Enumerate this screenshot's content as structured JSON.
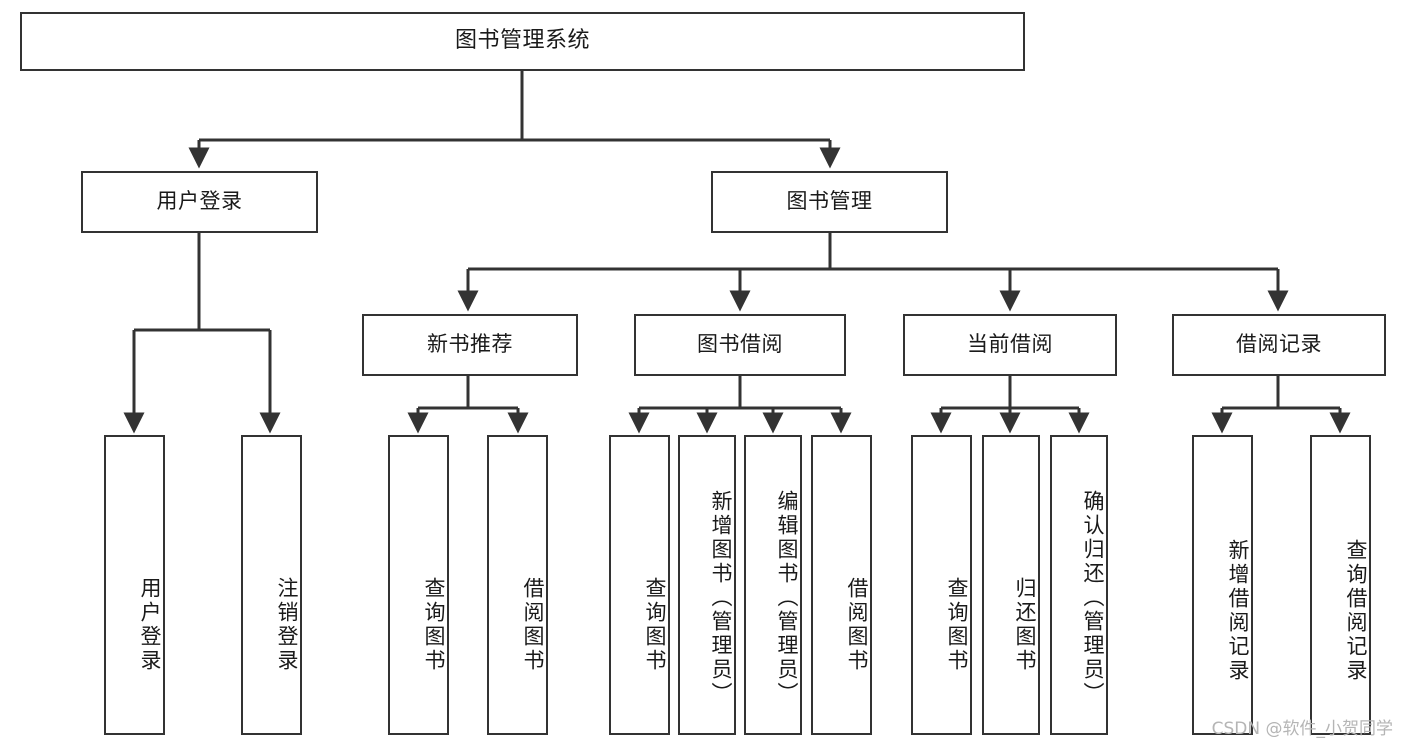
{
  "diagram": {
    "type": "tree",
    "title": "图书管理系统",
    "root": {
      "label": "图书管理系统",
      "orientation": "horizontal"
    },
    "level2": [
      {
        "label": "用户登录",
        "orientation": "horizontal"
      },
      {
        "label": "图书管理",
        "orientation": "horizontal"
      }
    ],
    "level3": [
      {
        "label": "新书推荐",
        "orientation": "horizontal"
      },
      {
        "label": "图书借阅",
        "orientation": "horizontal"
      },
      {
        "label": "当前借阅",
        "orientation": "horizontal"
      },
      {
        "label": "借阅记录",
        "orientation": "horizontal"
      }
    ],
    "leaves": {
      "user_login": [
        {
          "label": "用户登录",
          "orientation": "vertical"
        },
        {
          "label": "注销登录",
          "orientation": "vertical"
        }
      ],
      "new_book_recommend": [
        {
          "label": "查询图书",
          "orientation": "vertical"
        },
        {
          "label": "借阅图书",
          "orientation": "vertical"
        }
      ],
      "book_borrow": [
        {
          "label": "查询图书",
          "orientation": "vertical"
        },
        {
          "label": "新增图书（管理员）",
          "orientation": "vertical"
        },
        {
          "label": "编辑图书（管理员）",
          "orientation": "vertical"
        },
        {
          "label": "借阅图书",
          "orientation": "vertical"
        }
      ],
      "current_borrow": [
        {
          "label": "查询图书",
          "orientation": "vertical"
        },
        {
          "label": "归还图书",
          "orientation": "vertical"
        },
        {
          "label": "确认归还（管理员）",
          "orientation": "vertical"
        }
      ],
      "borrow_record": [
        {
          "label": "新增借阅记录",
          "orientation": "vertical"
        },
        {
          "label": "查询借阅记录",
          "orientation": "vertical"
        }
      ]
    },
    "colors": {
      "stroke": "#333333",
      "fill": "#ffffff",
      "text": "#1a1a1a",
      "watermark": "#b5b5b5"
    }
  },
  "watermark": {
    "text": "CSDN @软件_小贺同学"
  }
}
